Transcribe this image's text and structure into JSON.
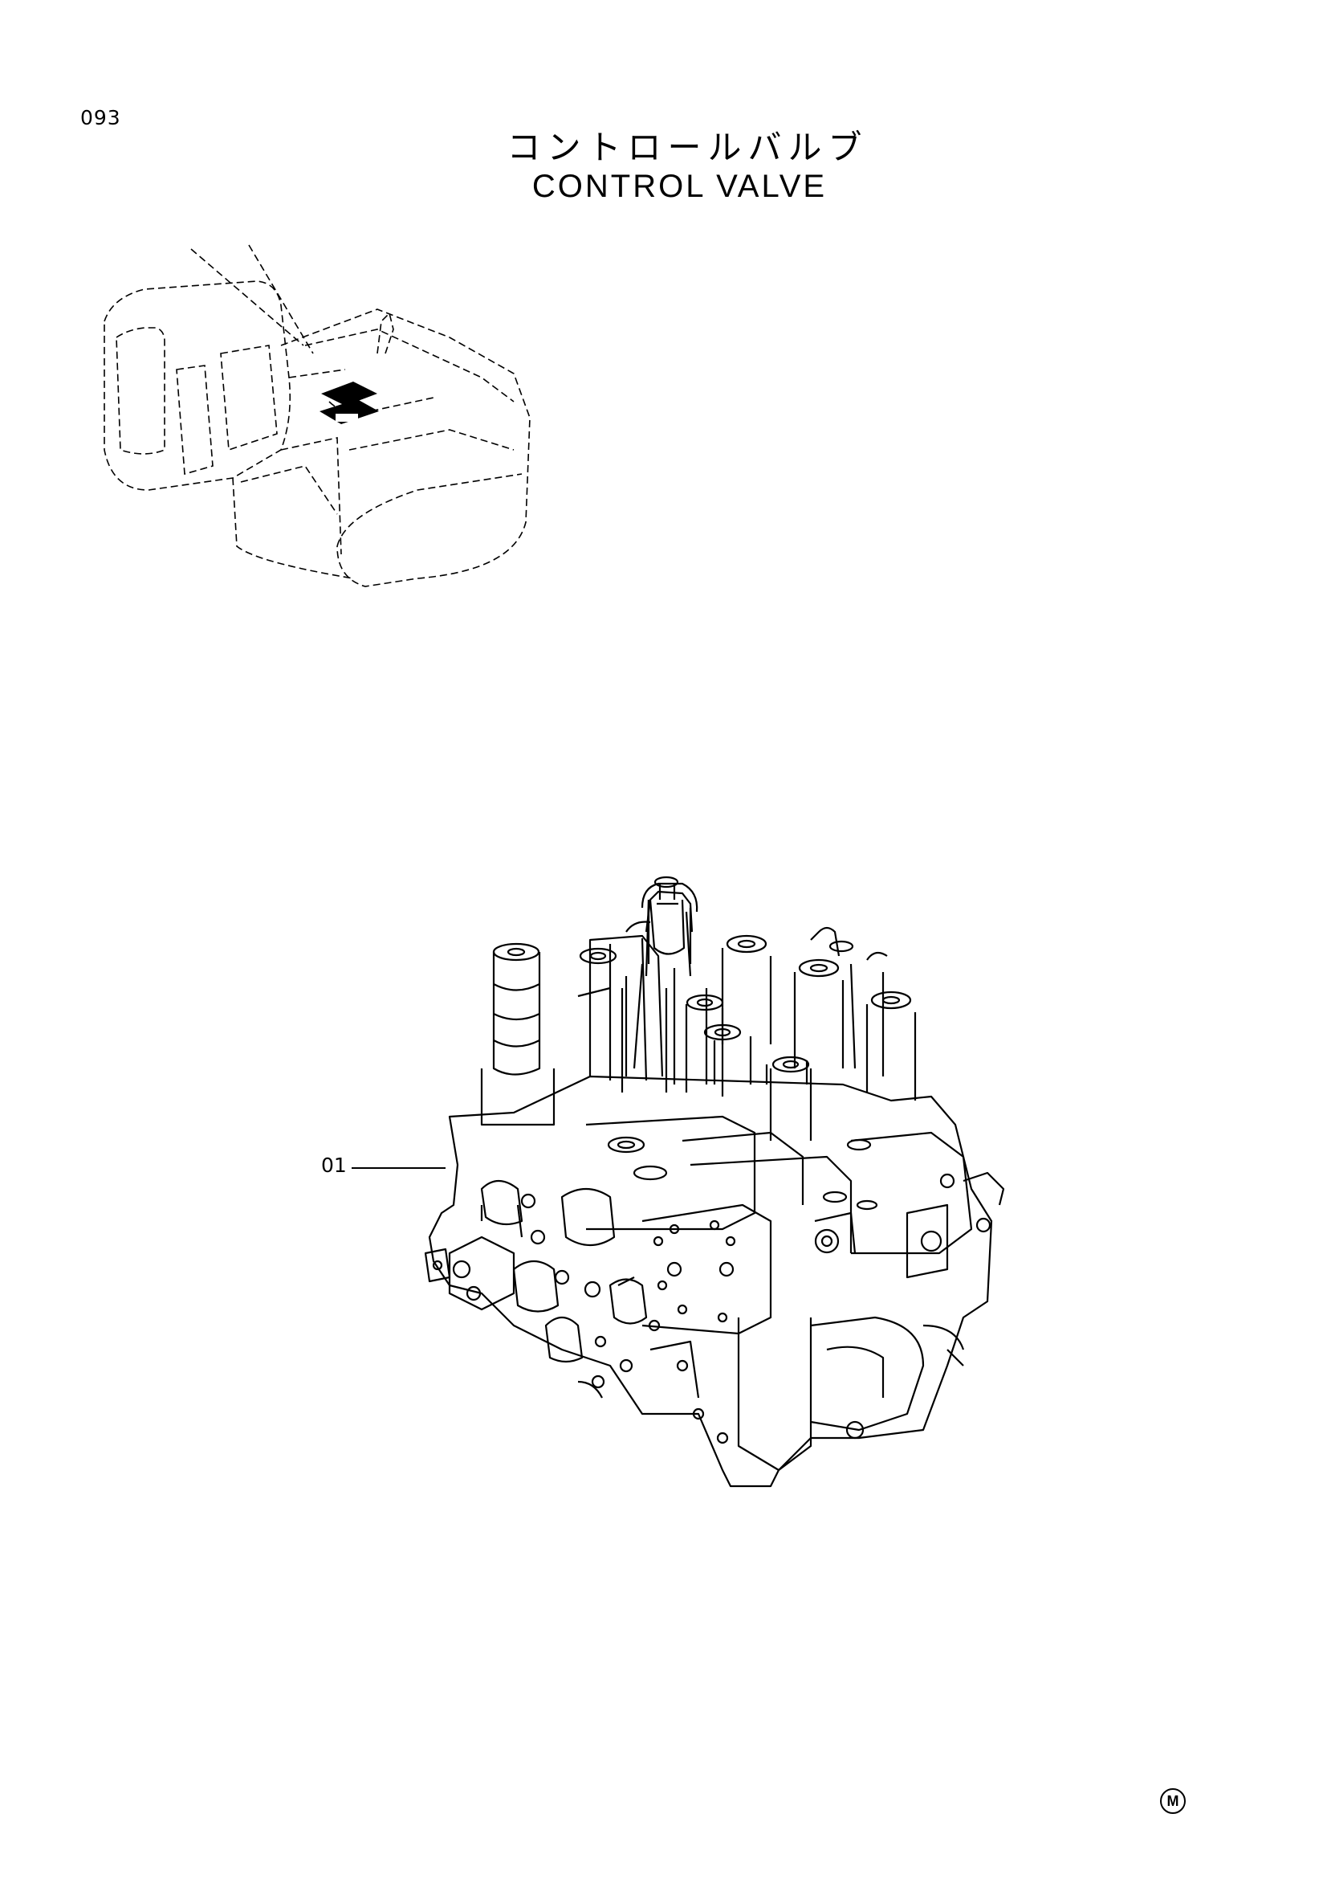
{
  "page": {
    "number": "093",
    "title_jp": "コントロールバルブ",
    "title_en": "CONTROL VALVE"
  },
  "parts": [
    {
      "label": "01"
    }
  ],
  "footer": {
    "mark": "M"
  }
}
